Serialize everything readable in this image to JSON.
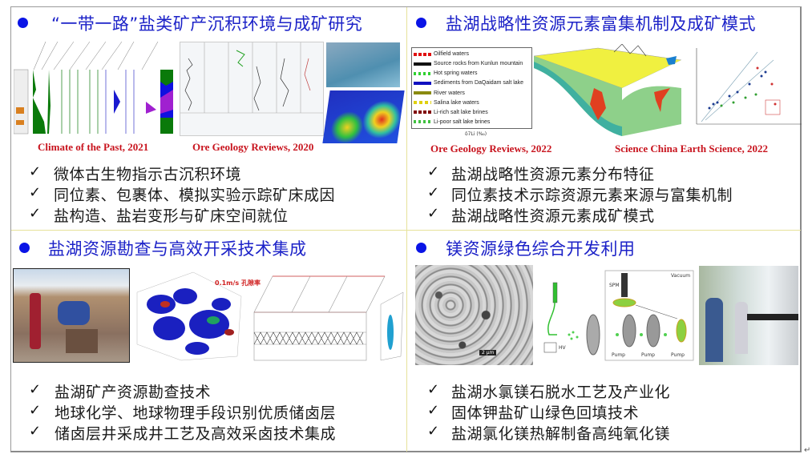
{
  "quadrants": [
    {
      "title": "“一带一路”盐类矿产沉积环境与成矿研究",
      "captions": [
        "Climate of the Past, 2021",
        "Ore Geology Reviews, 2020"
      ],
      "items": [
        "微体古生物指示古沉积环境",
        "同位素、包裹体、模拟实验示踪矿床成因",
        "盐构造、盐岩变形与矿床空间就位"
      ]
    },
    {
      "title": "盐湖战略性资源元素富集机制及成矿模式",
      "captions": [
        "Ore Geology Reviews, 2022",
        "Science China Earth Science, 2022"
      ],
      "items": [
        "盐湖战略性资源元素分布特征",
        "同位素技术示踪资源元素来源与富集机制",
        "盐湖战略性资源元素成矿模式"
      ],
      "legend": [
        "Oilfield waters",
        "Source rocks from Kunlun mountain",
        "Hot spring waters",
        "Sediments from DaQaidam salt lake",
        "River waters",
        "Salina lake waters",
        "Li-rich salt lake brines",
        "Li-poor salt lake brines"
      ],
      "xaxis": "δ7Li (‰)"
    },
    {
      "title": "盐湖资源勘查与高效开采技术集成",
      "figure_label": "0.1m/s 孔隙率",
      "items": [
        "盐湖矿产资源勘查技术",
        "地球化学、地球物理手段识别优质储卤层",
        "储卤层井采成井工艺及高效采卤技术集成"
      ]
    },
    {
      "title": "镁资源绿色综合开发利用",
      "diagram_labels": {
        "vacuum": "Vacuum",
        "spm": "SPM",
        "hv": "HV",
        "pump": "Pump",
        "scale": "2 μm"
      },
      "items": [
        "盐湖水氯镁石脱水工艺及产业化",
        "固体钾盐矿山绿色回填技术",
        "盐湖氯化镁热解制备高纯氧化镁"
      ]
    }
  ],
  "check_symbol": "✓",
  "colors": {
    "title": "#1c22c8",
    "caption": "#c8141e",
    "bullet": "#0a14e6"
  }
}
